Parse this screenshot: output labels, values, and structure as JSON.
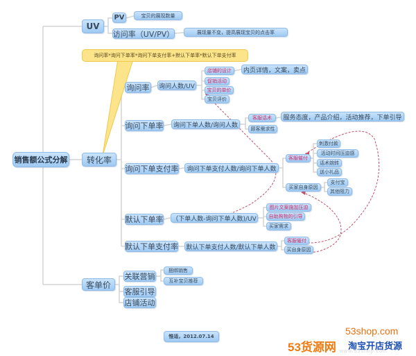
{
  "root": {
    "label": "销售额公式分解"
  },
  "uv": {
    "label": "UV",
    "pv": {
      "label": "PV",
      "note": "宝贝的展现数量"
    },
    "visit_rate": {
      "label": "访问率（UV/PV）",
      "note": "展现量不变，提高展现宝贝的点击率"
    }
  },
  "conversion": {
    "label": "转化率",
    "callout": "询问率*询问下单率*询问下单支付率+默认下单率*默认下单支付率",
    "inquiry_rate": {
      "label": "询问率",
      "formula": "询问人数/UV",
      "factors": [
        {
          "label": "店铺的设计",
          "highlight": true,
          "note": "内页详情，文案，卖点"
        },
        {
          "label": "促销活动",
          "highlight": true
        },
        {
          "label": "宝贝的单价",
          "highlight": true
        },
        {
          "label": "宝贝评价",
          "highlight": false
        }
      ]
    },
    "inquiry_order_rate": {
      "label": "询问下单率",
      "formula": "询问下单人数/询问人数",
      "factors": [
        {
          "label": "客服话术",
          "highlight": true,
          "note": "服务态度，产品介绍，活动推荐，下单引导"
        },
        {
          "label": "顾客需求性",
          "highlight": false
        }
      ]
    },
    "inquiry_pay_rate": {
      "label": "询问下单支付率",
      "formula": "询问下单支付人数/询问下单人数",
      "factors": [
        {
          "label": "客服催付",
          "highlight": true,
          "children": [
            "刺激付款",
            "活动时间压迫感",
            "话术婉转",
            "送小礼品"
          ]
        },
        {
          "label": "买家自身原因",
          "highlight": false,
          "children": [
            "支付宝",
            "其他阻力"
          ]
        }
      ]
    },
    "default_order_rate": {
      "label": "默认下单率",
      "formula": "（下单人数-询问下单人数)/UV",
      "factors": [
        {
          "label": "图片文案施加压迫",
          "highlight": true
        },
        {
          "label": "自助购物的引导",
          "highlight": true
        },
        {
          "label": "买家需求",
          "highlight": false
        }
      ]
    },
    "default_pay_rate": {
      "label": "默认下单支付率",
      "formula": "默认下单支付人数/默认下单人数",
      "factors": [
        {
          "label": "客服催付",
          "highlight": true
        },
        {
          "label": "买自身原因",
          "highlight": false
        }
      ]
    }
  },
  "avg_price": {
    "label": "客单价",
    "items": [
      {
        "label": "关联营销",
        "children": [
          "捆绑销售",
          "互补宝贝推荐"
        ]
      },
      {
        "label": "客服引导"
      },
      {
        "label": "店铺活动"
      }
    ]
  },
  "footer": {
    "author_date": "惟适，2012.07.14"
  },
  "watermark": {
    "url": "53shop.com",
    "name": "53货源网",
    "slogan": "淘宝开店货源",
    "mark": "www.53shop.com"
  },
  "colors": {
    "node_fill": "#b6d7f8",
    "node_border": "#8fbbe6",
    "highlight_text": "#d0306a",
    "callout_fill": "#fce48a",
    "relation_line": "#c0506a",
    "connector": "#cfcfcf"
  }
}
